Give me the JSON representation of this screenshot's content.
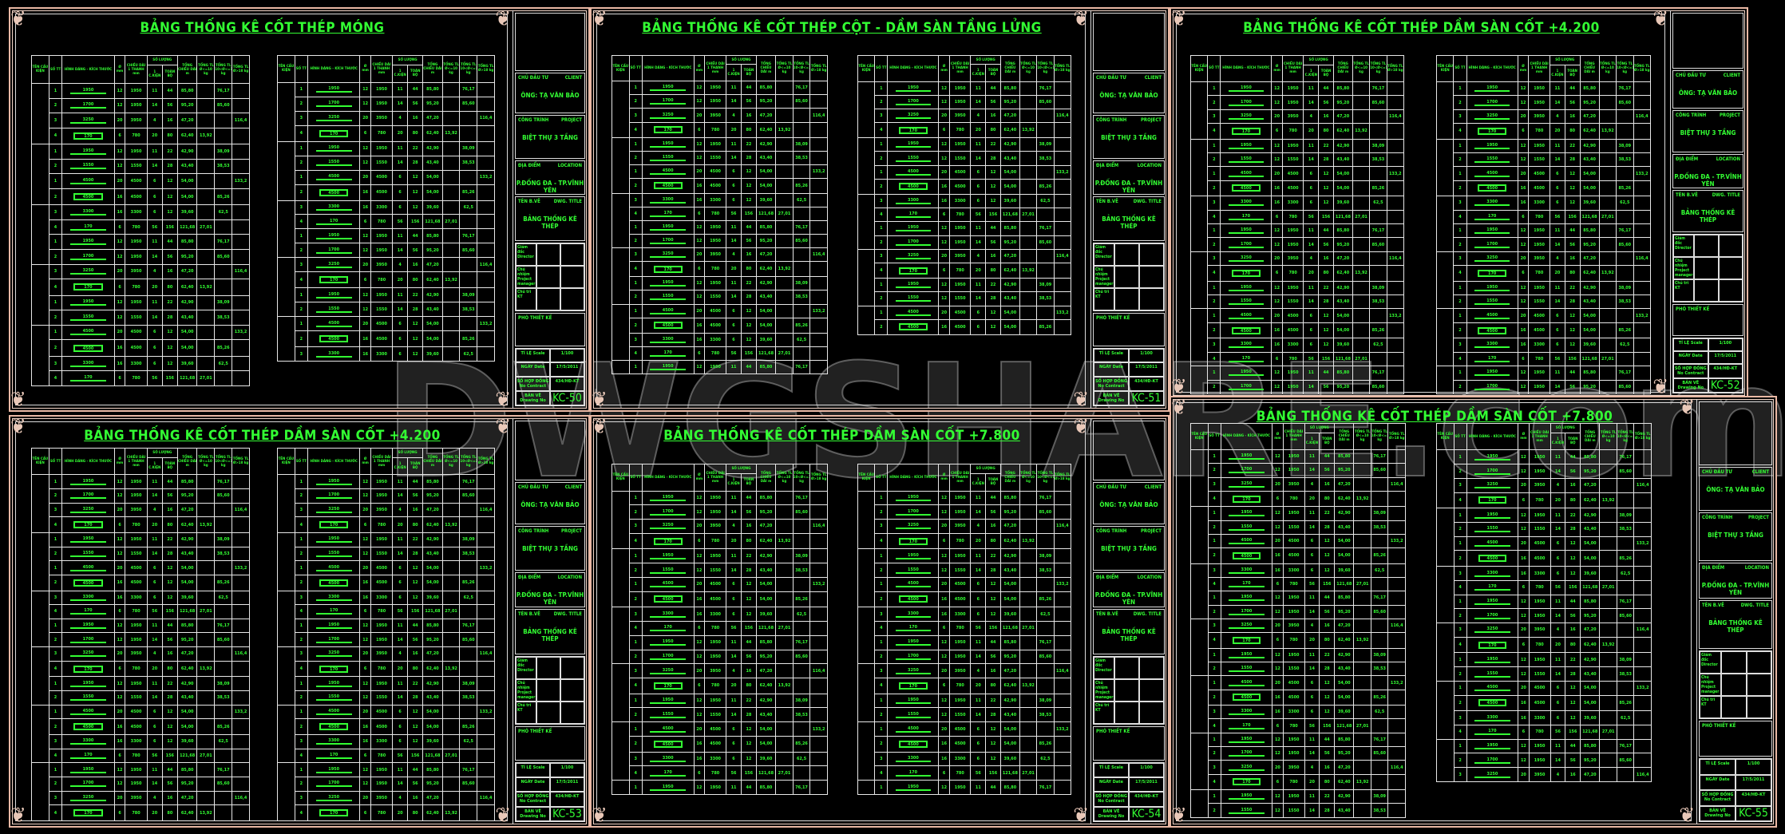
{
  "watermark": "DWGSHARE.com",
  "table_header": {
    "member": "TÊN CẤU KIỆN",
    "no": "SỐ TT",
    "shape": "HÌNH DÁNG - KÍCH THƯỚC",
    "dia": "Ø mm",
    "length": "CHIỀU DÀI 1 THANH mm",
    "qty": "SỐ LƯỢNG",
    "qty_one": "1 C.KIỆN",
    "qty_all": "TOÀN BỘ",
    "total_len": "TỔNG CHIỀU DÀI m",
    "w1": "TỔNG TL Ø<=10 kg",
    "w2": "TỔNG TL 10<Ø<=18 kg",
    "w3": "TỔNG TL Ø>18 kg"
  },
  "sample_rows": [
    [
      "1",
      "1950",
      "12",
      "1950",
      "11",
      "44",
      "85,80",
      "",
      "76,17",
      ""
    ],
    [
      "2",
      "1700",
      "12",
      "1950",
      "14",
      "56",
      "95,20",
      "",
      "85,60",
      ""
    ],
    [
      "3",
      "3250",
      "20",
      "3950",
      "4",
      "16",
      "47,20",
      "",
      "",
      "116,4"
    ],
    [
      "4",
      "170",
      "6",
      "780",
      "20",
      "80",
      "62,40",
      "13,92",
      "",
      ""
    ],
    [
      "1",
      "1950",
      "12",
      "1950",
      "11",
      "22",
      "42,90",
      "",
      "38,09",
      ""
    ],
    [
      "2",
      "1550",
      "12",
      "1550",
      "14",
      "28",
      "43,40",
      "",
      "38,53",
      ""
    ],
    [
      "1",
      "4500",
      "20",
      "4500",
      "6",
      "12",
      "54,00",
      "",
      "",
      "133,2"
    ],
    [
      "2",
      "4500",
      "16",
      "4500",
      "6",
      "12",
      "54,00",
      "",
      "85,26",
      ""
    ],
    [
      "3",
      "3300",
      "16",
      "3300",
      "6",
      "12",
      "39,60",
      "",
      "62,5",
      ""
    ],
    [
      "4",
      "170",
      "6",
      "780",
      "56",
      "156",
      "121,68",
      "27,01",
      "",
      ""
    ]
  ],
  "title_block": {
    "client_label": "CHỦ ĐẦU TƯ",
    "client_label_en": "CLIENT",
    "client": "ÔNG: TẠ VĂN BẢO",
    "project_label": "CÔNG TRÌNH",
    "project_label_en": "PROJECT",
    "project": "BIỆT THỰ 3 TẦNG",
    "location_label": "ĐỊA ĐIỂM",
    "location_label_en": "LOCATION",
    "location": "P.ĐỐNG ĐA - TP.VĨNH YÊN",
    "dwg_title_label": "TÊN B.VẼ",
    "dwg_title_label_en": "DWG. TITLE",
    "dwg_title": "BẢNG THỐNG KÊ THÉP",
    "sig_director": "Giám đốc Director",
    "sig_manager": "Chủ nhiệm Project manager",
    "sig_tech": "Chủ trì KT",
    "design_label": "PHÓ THIẾT KẾ",
    "scale_label": "TỈ LỆ Scale",
    "scale": "1/100",
    "date_label": "NGÀY Date",
    "date": "17/5/2011",
    "contract_label": "SỐ HỢP ĐỒNG No Contract",
    "contract": "434/HĐ-KT",
    "drawing_no_label": "BẢN VẼ Drawing No"
  },
  "sheets": [
    {
      "title": "BẢNG THỐNG KÊ CỐT THÉP MÓNG",
      "drawing_no": "KC-50",
      "tables": [
        {
          "rows": 20
        },
        {
          "rows": 19
        }
      ]
    },
    {
      "title": "BẢNG THỐNG KÊ CỐT THÉP CỘT - DẦM SÀN TẦNG LỬNG",
      "drawing_no": "KC-51",
      "tables": [
        {
          "rows": 21
        },
        {
          "rows": 18
        }
      ]
    },
    {
      "title": "BẢNG THỐNG KÊ CỐT THÉP DẦM SÀN CỐT +4.200",
      "drawing_no": "KC-52",
      "tables": [
        {
          "rows": 22
        },
        {
          "rows": 22
        }
      ]
    },
    {
      "title": "BẢNG THỐNG KÊ CỐT THÉP DẦM SÀN CỐT +4.200",
      "drawing_no": "KC-53",
      "tables": [
        {
          "rows": 24
        },
        {
          "rows": 24
        }
      ]
    },
    {
      "title": "BẢNG THỐNG KÊ CỐT THÉP DẦM SÀN CỐT +7.800",
      "drawing_no": "KC-54",
      "tables": [
        {
          "rows": 21
        },
        {
          "rows": 21
        }
      ]
    },
    {
      "title": "BẢNG THỐNG KÊ CỐT THÉP DẦM SÀN CỐT +7.800",
      "drawing_no": "KC-55",
      "tables": [
        {
          "rows": 26
        },
        {
          "rows": 23
        }
      ]
    }
  ]
}
